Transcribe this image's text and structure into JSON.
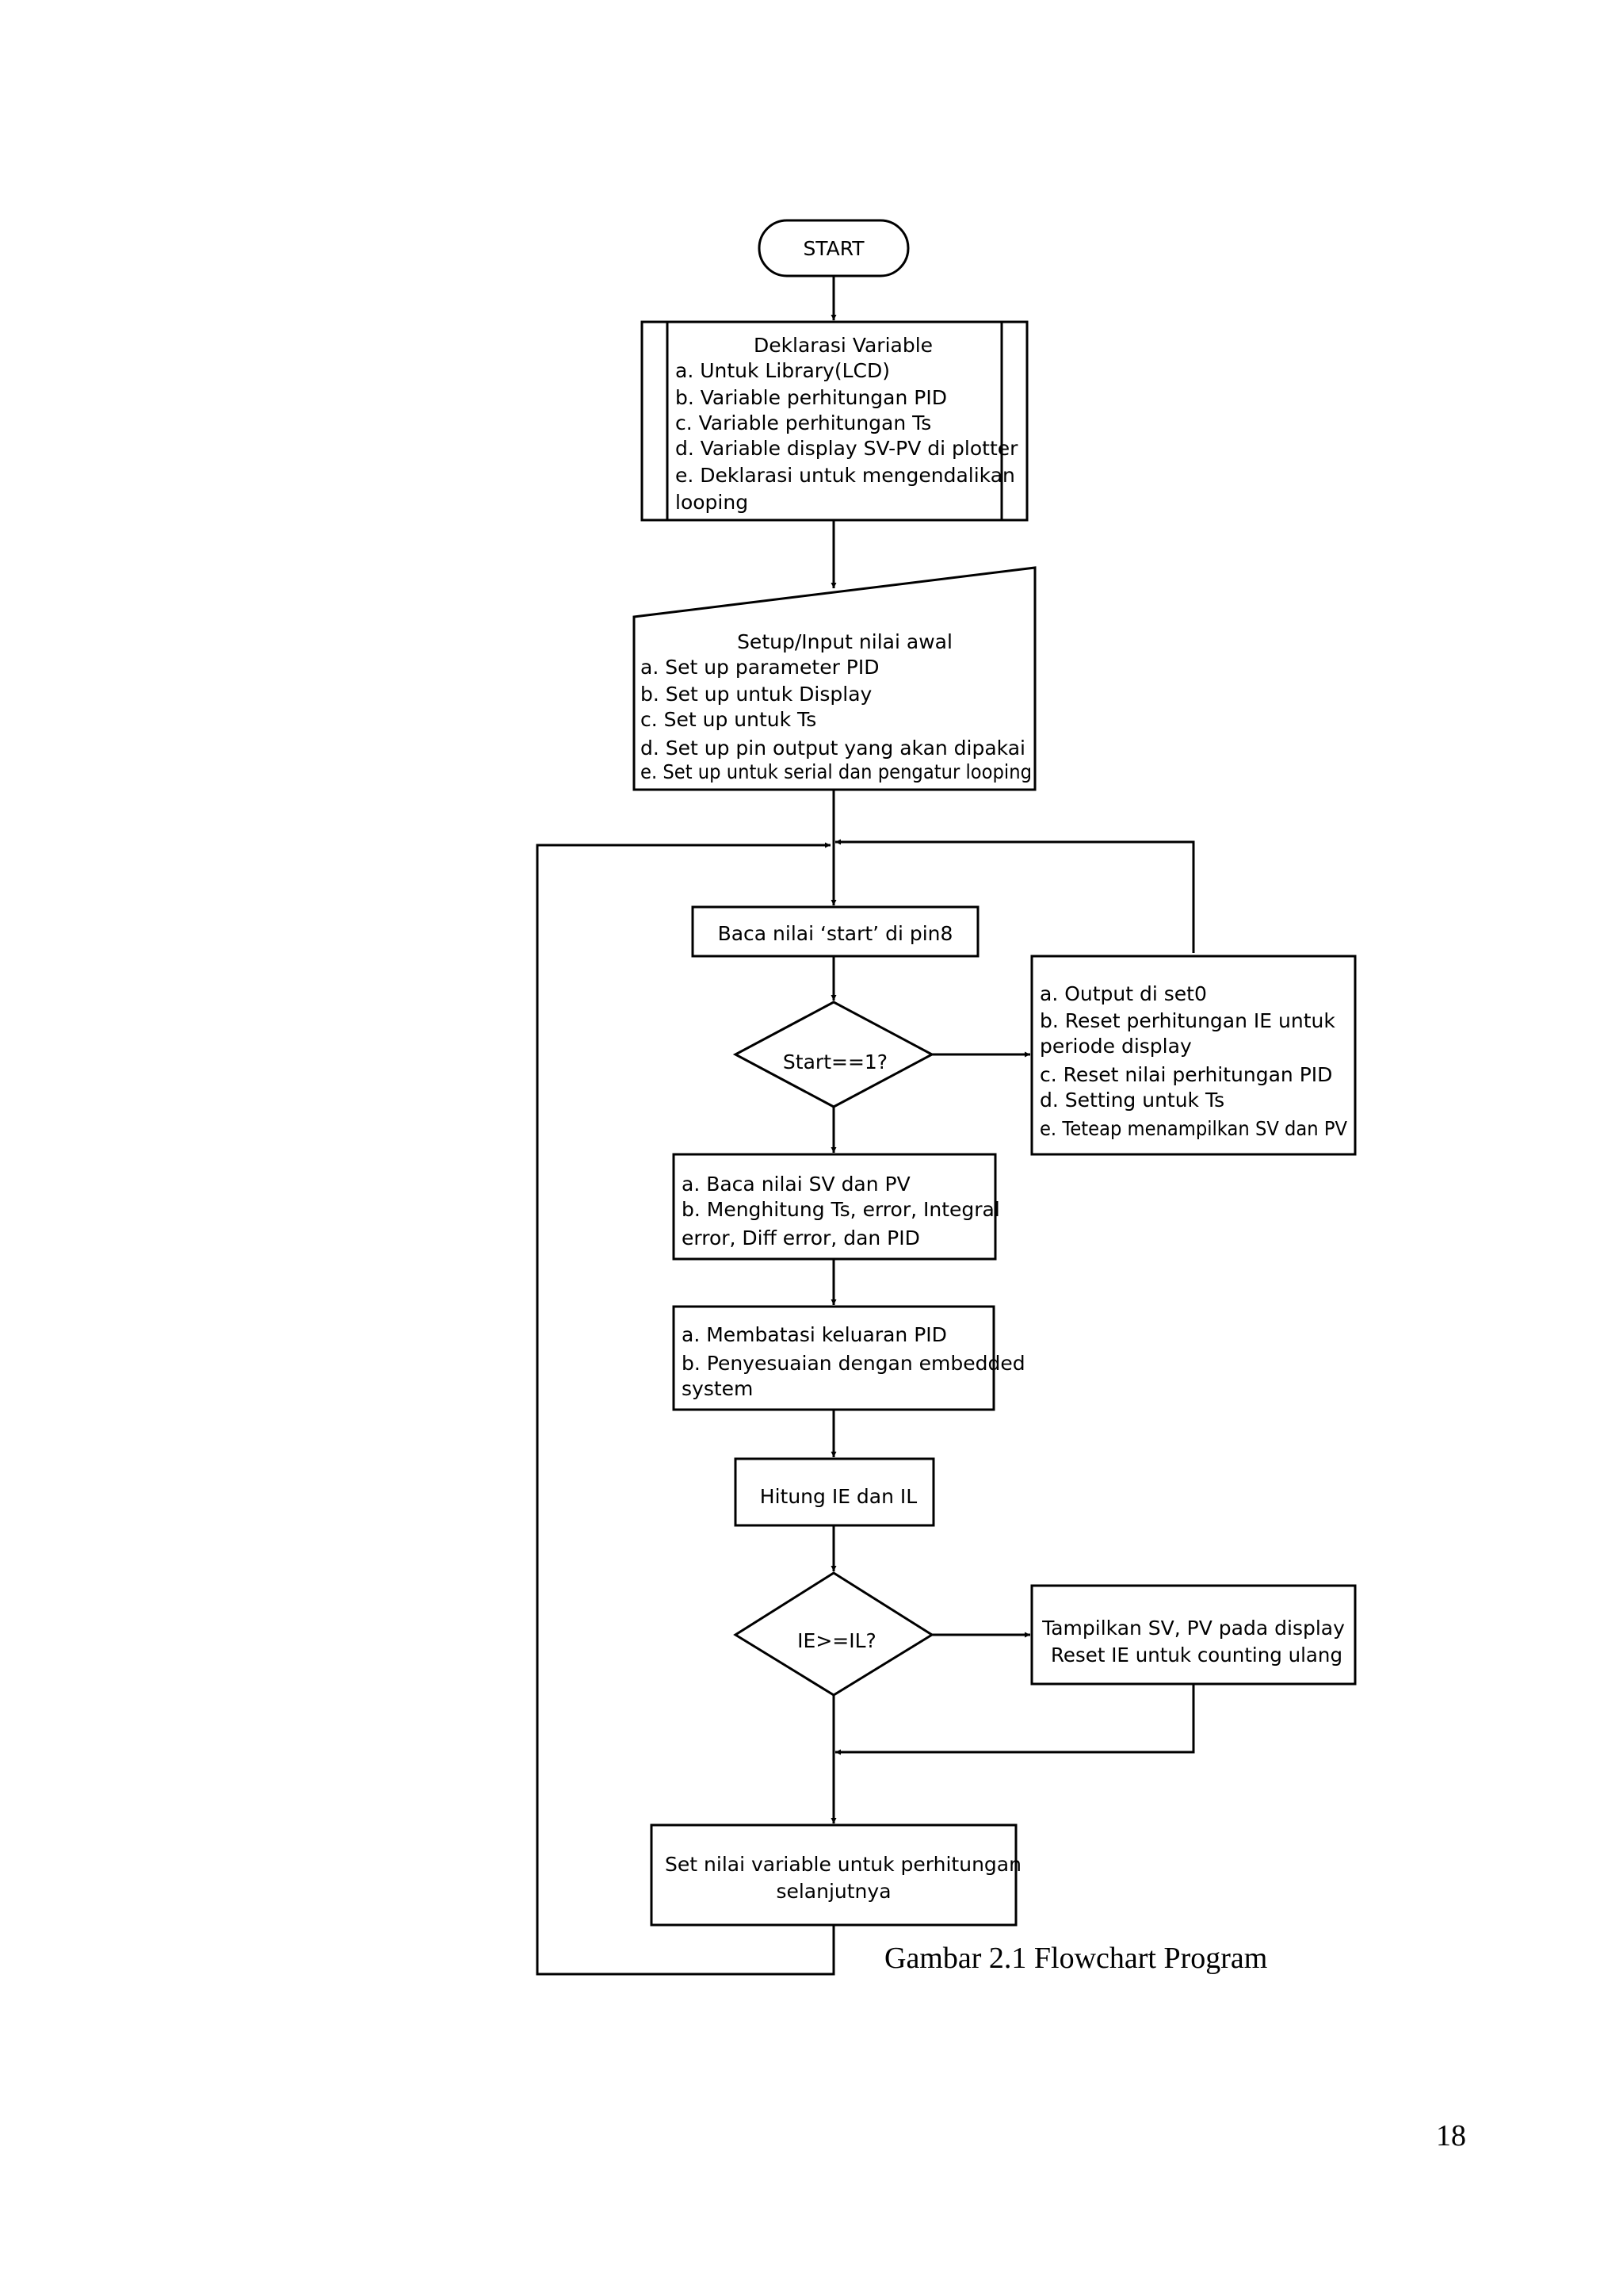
{
  "diagram": {
    "start": "START",
    "declare": {
      "title": "Deklarasi Variable",
      "items": [
        "a. Untuk Library(LCD)",
        "b. Variable perhitungan PID",
        "c. Variable perhitungan Ts",
        "d. Variable display SV-PV di plotter",
        "e. Deklarasi untuk mengendalikan",
        "looping"
      ]
    },
    "setup": {
      "title": "Setup/Input nilai awal",
      "items": [
        "a. Set up parameter PID",
        "b. Set up untuk Display",
        "c. Set up untuk Ts",
        "d. Set up pin output yang akan dipakai",
        "e. Set up untuk serial dan pengatur looping"
      ]
    },
    "read_start": "Baca nilai ‘start’ di pin8",
    "decision_start": "Start==1?",
    "reset_box": {
      "items": [
        "a. Output di set0",
        "b. Reset perhitungan IE untuk",
        "periode display",
        "c. Reset nilai perhitungan PID",
        "d. Setting untuk Ts",
        "e. Teteap menampilkan SV dan PV"
      ]
    },
    "compute": {
      "items": [
        "a. Baca nilai SV dan PV",
        "b. Menghitung Ts, error, Integral",
        "error, Diff error, dan PID"
      ]
    },
    "limit": {
      "items": [
        "a. Membatasi keluaran PID",
        "b. Penyesuaian dengan embedded",
        "system"
      ]
    },
    "hitung": "Hitung IE dan IL",
    "decision_ie": "IE>=IL?",
    "display_box": {
      "items": [
        "Tampilkan SV, PV pada display",
        "Reset IE untuk counting ulang"
      ]
    },
    "set_next": {
      "items": [
        "Set nilai variable untuk perhitungan",
        "selanjutnya"
      ]
    }
  },
  "caption": "Gambar 2.1 Flowchart Program",
  "page_number": "18"
}
